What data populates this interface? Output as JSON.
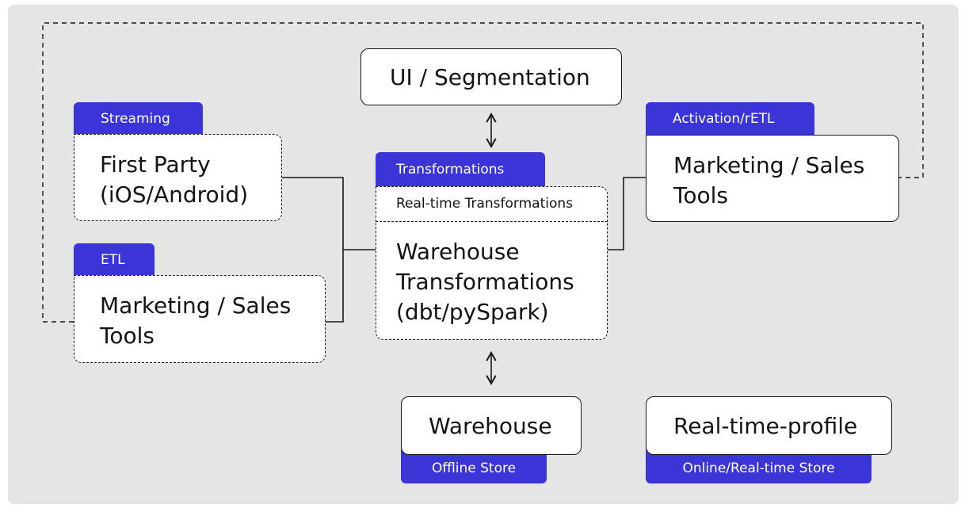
{
  "colors": {
    "tab": "#3b34d6",
    "background": "#e5e5e6",
    "border": "#1a1a1a"
  },
  "ui": {
    "title": "UI / Segmentation"
  },
  "streaming": {
    "tab": "Streaming",
    "title_line1": "First Party",
    "title_line2": "(iOS/Android)"
  },
  "etl": {
    "tab": "ETL",
    "title_line1": "Marketing / Sales",
    "title_line2": "Tools"
  },
  "transformations": {
    "tab": "Transformations",
    "realtime": "Real-time Transformations",
    "warehouse_line1": "Warehouse",
    "warehouse_line2": "Transformations",
    "warehouse_line3": "(dbt/pySpark)"
  },
  "activation": {
    "tab": "Activation/rETL",
    "title_line1": "Marketing / Sales",
    "title_line2": "Tools"
  },
  "warehouse": {
    "title": "Warehouse",
    "tab": "Offline Store"
  },
  "realtime_profile": {
    "title": "Real-time-profile",
    "tab": "Online/Real-time Store"
  }
}
